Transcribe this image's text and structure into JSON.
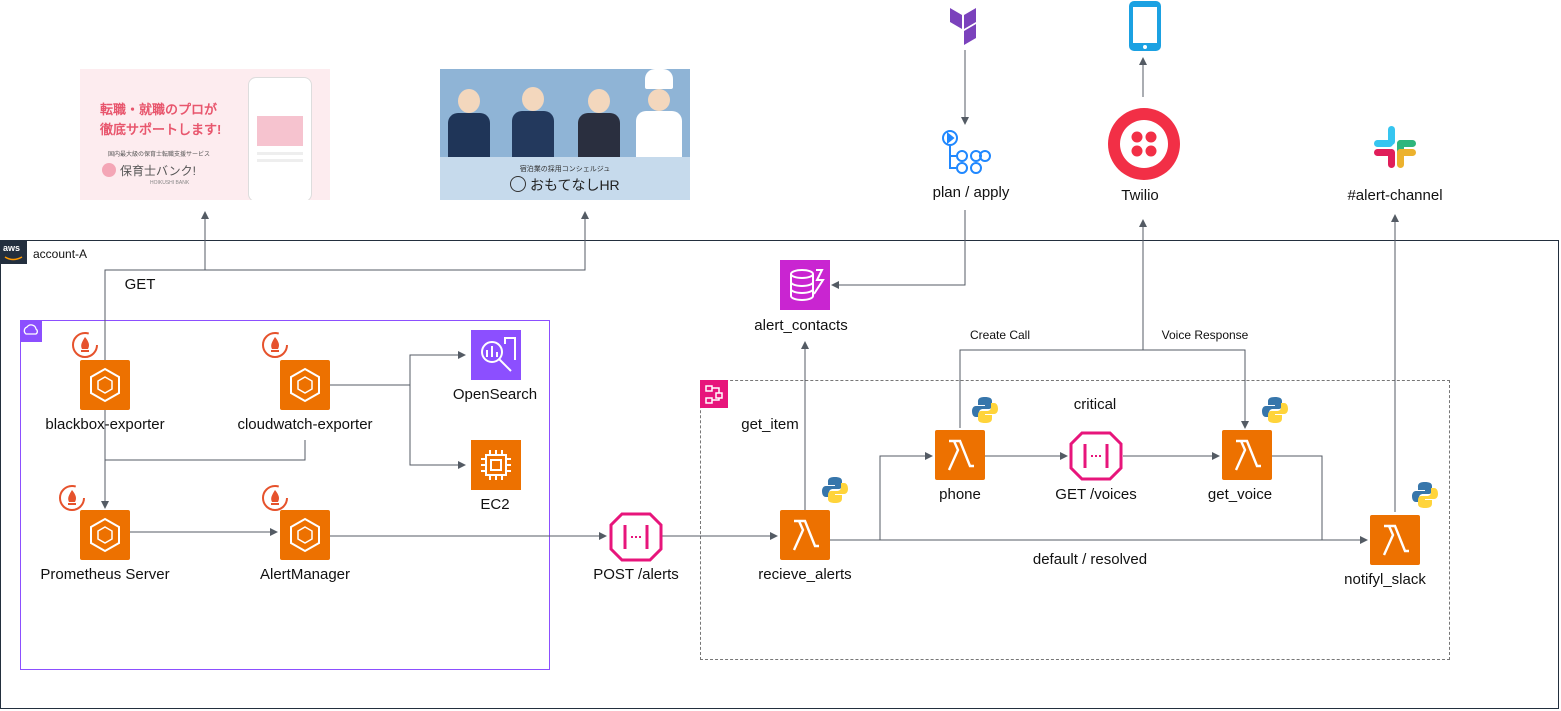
{
  "account": {
    "label": "account-A",
    "aws_badge": "aws"
  },
  "banners": {
    "hoiku": {
      "headline1": "転職・就職のプロが",
      "headline2": "徹底サポートします!",
      "sub": "国内最大級の保育士転職支援サービス",
      "brand": "保育士バンク!",
      "brand_romaji": "HOIKUSHI BANK"
    },
    "omotenashi": {
      "sub": "宿泊業の採用コンシェルジュ",
      "brand": "おもてなしHR"
    }
  },
  "nodes": {
    "blackbox": "blackbox-exporter",
    "cloudwatch": "cloudwatch-exporter",
    "opensearch": "OpenSearch",
    "ec2": "EC2",
    "prometheus": "Prometheus Server",
    "alertmanager": "AlertManager",
    "post_alerts": "POST /alerts",
    "recieve_alerts": "recieve_alerts",
    "alert_contacts": "alert_contacts",
    "phone": "phone",
    "get_voices": "GET /voices",
    "get_voice": "get_voice",
    "notify_slack": "notifyl_slack",
    "plan_apply": "plan / apply",
    "twilio": "Twilio",
    "alert_channel": "#alert-channel"
  },
  "edge_labels": {
    "get": "GET",
    "get_item": "get_item",
    "critical": "critical",
    "create_call": "Create Call",
    "voice_response": "Voice Response",
    "default_resolved": "default / resolved"
  },
  "colors": {
    "compute_orange": "#ed7100",
    "database_purple": "#c925d1",
    "analytics_purple": "#8c4fff",
    "api_pink": "#e7157b",
    "terraform": "#7b42bc",
    "twilio_red": "#f22f46",
    "phone_blue": "#1ba1e2",
    "line_gray": "#545b64"
  }
}
